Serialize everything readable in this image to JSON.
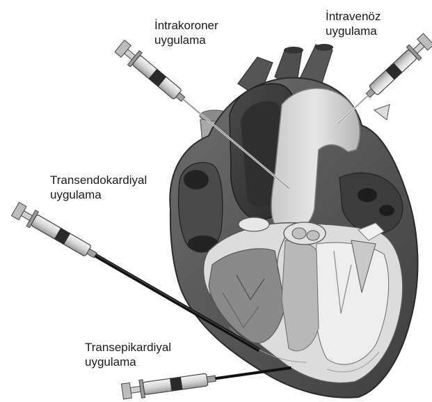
{
  "labels": {
    "intracoronary": {
      "line1": "İntrakoroner",
      "line2": "uygulama"
    },
    "intravenous": {
      "line1": "İntravenöz",
      "line2": "uygulama"
    },
    "transendocardial": {
      "line1": "Transendokardiyal",
      "line2": "uygulama"
    },
    "transepicardial": {
      "line1": "Transepikardiyal",
      "line2": "uygulama"
    }
  }
}
